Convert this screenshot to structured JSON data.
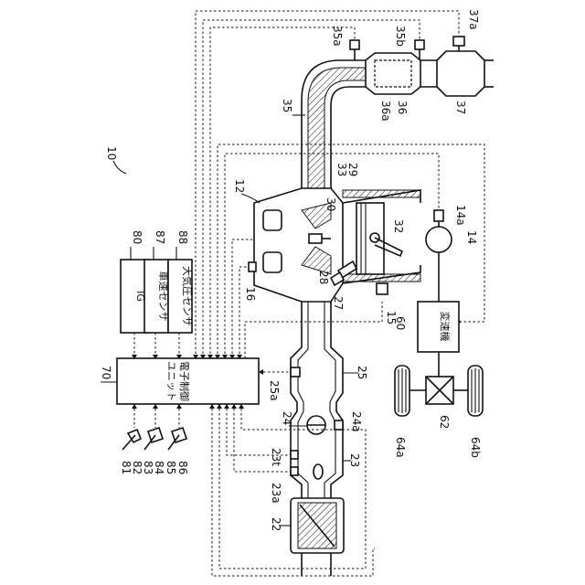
{
  "figure": {
    "system_label": "10",
    "engine_label": "12",
    "units": [
      {
        "id": "ig",
        "ref": "80",
        "text": "IG"
      },
      {
        "id": "speed-sensor",
        "ref": "87",
        "text": "車速センサ"
      },
      {
        "id": "baro-sensor",
        "ref": "88",
        "text": "大気圧センサ"
      },
      {
        "id": "ecu",
        "ref": "70",
        "text_line1": "電子制御",
        "text_line2": "ユニット"
      },
      {
        "id": "transmission",
        "ref": "60",
        "text": "変速機"
      }
    ],
    "ref_labels": {
      "r22": "22",
      "r23": "23",
      "r23a": "23a",
      "r23t": "23t",
      "r24": "24",
      "r24a": "24a",
      "r25": "25",
      "r25a": "25a",
      "r27": "27",
      "r28": "28",
      "r29": "29",
      "r30": "30",
      "r32": "32",
      "r33": "33",
      "r35": "35",
      "r35a": "35a",
      "r35b": "35b",
      "r36": "36",
      "r36a": "36a",
      "r37": "37",
      "r37a": "37a",
      "r14": "14",
      "r14a": "14a",
      "r15": "15",
      "r16": "16",
      "r62": "62",
      "r64a": "64a",
      "r64b": "64b",
      "r81": "81",
      "r82": "82",
      "r83": "83",
      "r84": "84",
      "r85": "85",
      "r86": "86"
    }
  }
}
